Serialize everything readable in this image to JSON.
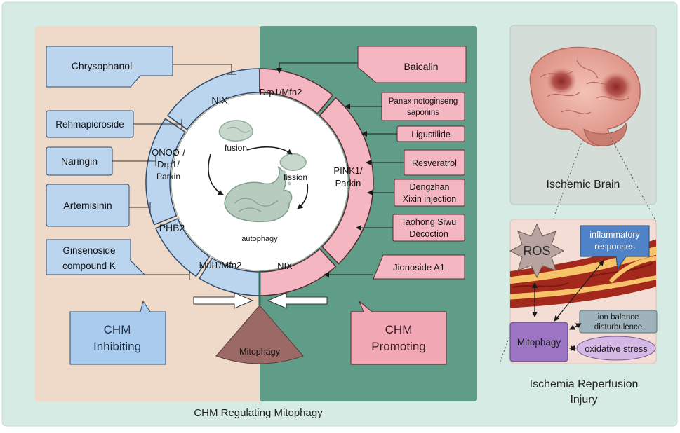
{
  "title": "CHM Regulating Mitophagy",
  "inhibitors": [
    {
      "id": "chrysophanol",
      "label": "Chrysophanol"
    },
    {
      "id": "rehmapicroside",
      "label": "Rehmapicroside"
    },
    {
      "id": "naringin",
      "label": "Naringin"
    },
    {
      "id": "artemisinin",
      "label": "Artemisinin"
    },
    {
      "id": "ginsenoside",
      "lines": [
        "Ginsenoside",
        "compound K"
      ]
    }
  ],
  "promoters": [
    {
      "id": "baicalin",
      "label": "Baicalin"
    },
    {
      "id": "panax",
      "lines": [
        "Panax notoginseng",
        "saponins"
      ]
    },
    {
      "id": "ligustilide",
      "label": "Ligustilide"
    },
    {
      "id": "resveratrol",
      "label": "Resveratrol"
    },
    {
      "id": "dengzhan",
      "lines": [
        "Dengzhan",
        "Xixin injection"
      ]
    },
    {
      "id": "taohong",
      "lines": [
        "Taohong Siwu",
        "Decoction"
      ]
    },
    {
      "id": "jionoside",
      "label": "Jionoside A1"
    }
  ],
  "ring_left": {
    "nix": "NIX",
    "onoo": [
      "ONOO-/",
      "Drp1/",
      "Parkin"
    ],
    "phb2": "PHB2",
    "mul1": "Mul1/Mfn2"
  },
  "ring_right": {
    "drp1": "Drp1/Mfn2",
    "pink1": [
      "PINK1/",
      "Parkin"
    ],
    "nix": "NIX"
  },
  "center": {
    "fusion": "fusion",
    "fission": "fission",
    "autophagy": "autophagy"
  },
  "callouts": {
    "inhibiting": [
      "CHM",
      "Inhibiting"
    ],
    "promoting": [
      "CHM",
      "Promoting"
    ]
  },
  "mitophagy_cone": "Mitophagy",
  "brain_caption": "Ischemic Brain",
  "injury": {
    "ros": "ROS",
    "inflammatory": [
      "inflammatory",
      "responses"
    ],
    "ion": [
      "ion balance",
      "disturbulence"
    ],
    "mitophagy": "Mitophagy",
    "oxidative": "oxidative stress",
    "caption": [
      "Ischemia Reperfusion",
      "Injury"
    ]
  },
  "colors": {
    "outer_bg": "#d6ebe3",
    "inhibit_panel": "#efd9c8",
    "promote_panel": "#5f9d88",
    "blue_box": "#bcd5ee",
    "pink_box": "#f4b7c1",
    "callout_blue": "#a9cbed",
    "callout_pink": "#f1a7b4",
    "cone": "#9b6a67",
    "purple": "#9b74c4",
    "lavender": "#d4b9e4"
  }
}
